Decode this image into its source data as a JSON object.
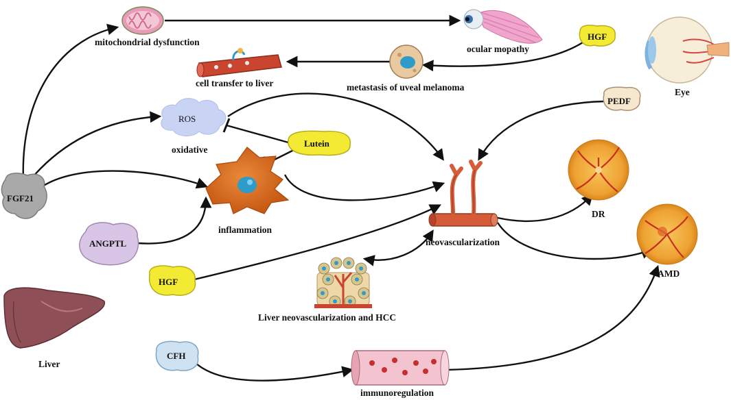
{
  "labels": {
    "mito": "mitochondrial dysfunction",
    "ocular": "ocular mopathy",
    "celltransfer": "cell transfer to liver",
    "metastasis": "metastasis of uveal melanoma",
    "eye": "Eye",
    "ros": "ROS",
    "oxidative": "oxidative",
    "lutein": "Lutein",
    "pedf": "PEDF",
    "hgf_top": "HGF",
    "hgf_bottom": "HGF",
    "fgf21": "FGF21",
    "angptl": "ANGPTL",
    "inflammation": "inflammation",
    "neovasc": "neovascularization",
    "dr": "DR",
    "amd": "AMD",
    "hcc": "Liver neovascularization and HCC",
    "liver": "Liver",
    "cfh": "CFH",
    "immuno": "immunoregulation"
  },
  "colors": {
    "arrow": "#111111",
    "ros_cloud": "#c9d4f4",
    "factor_yellow": "#f3ea33",
    "pedf_beige": "#f6e8cf",
    "fgf21_gray": "#a9a9a9",
    "angptl_lilac": "#d9c6e6",
    "cfh_blue": "#cfe2f1",
    "inflammation_cell": "#d66a1f",
    "vessel_red": "#d65c39",
    "retina_orange": "#f2a93b",
    "liver_brown": "#8f4f57",
    "mito_pink": "#e99ab7"
  },
  "icons": [
    "mitochondrion-icon",
    "eye-muscle-icon",
    "eye-icon",
    "melanoma-cell-icon",
    "blood-vessel-icon",
    "ros-cloud-icon",
    "inflammation-cell-icon",
    "neovascular-vessel-icon",
    "retina-dr-icon",
    "retina-amd-icon",
    "hcc-tumor-icon",
    "liver-icon",
    "blood-tube-icon"
  ]
}
